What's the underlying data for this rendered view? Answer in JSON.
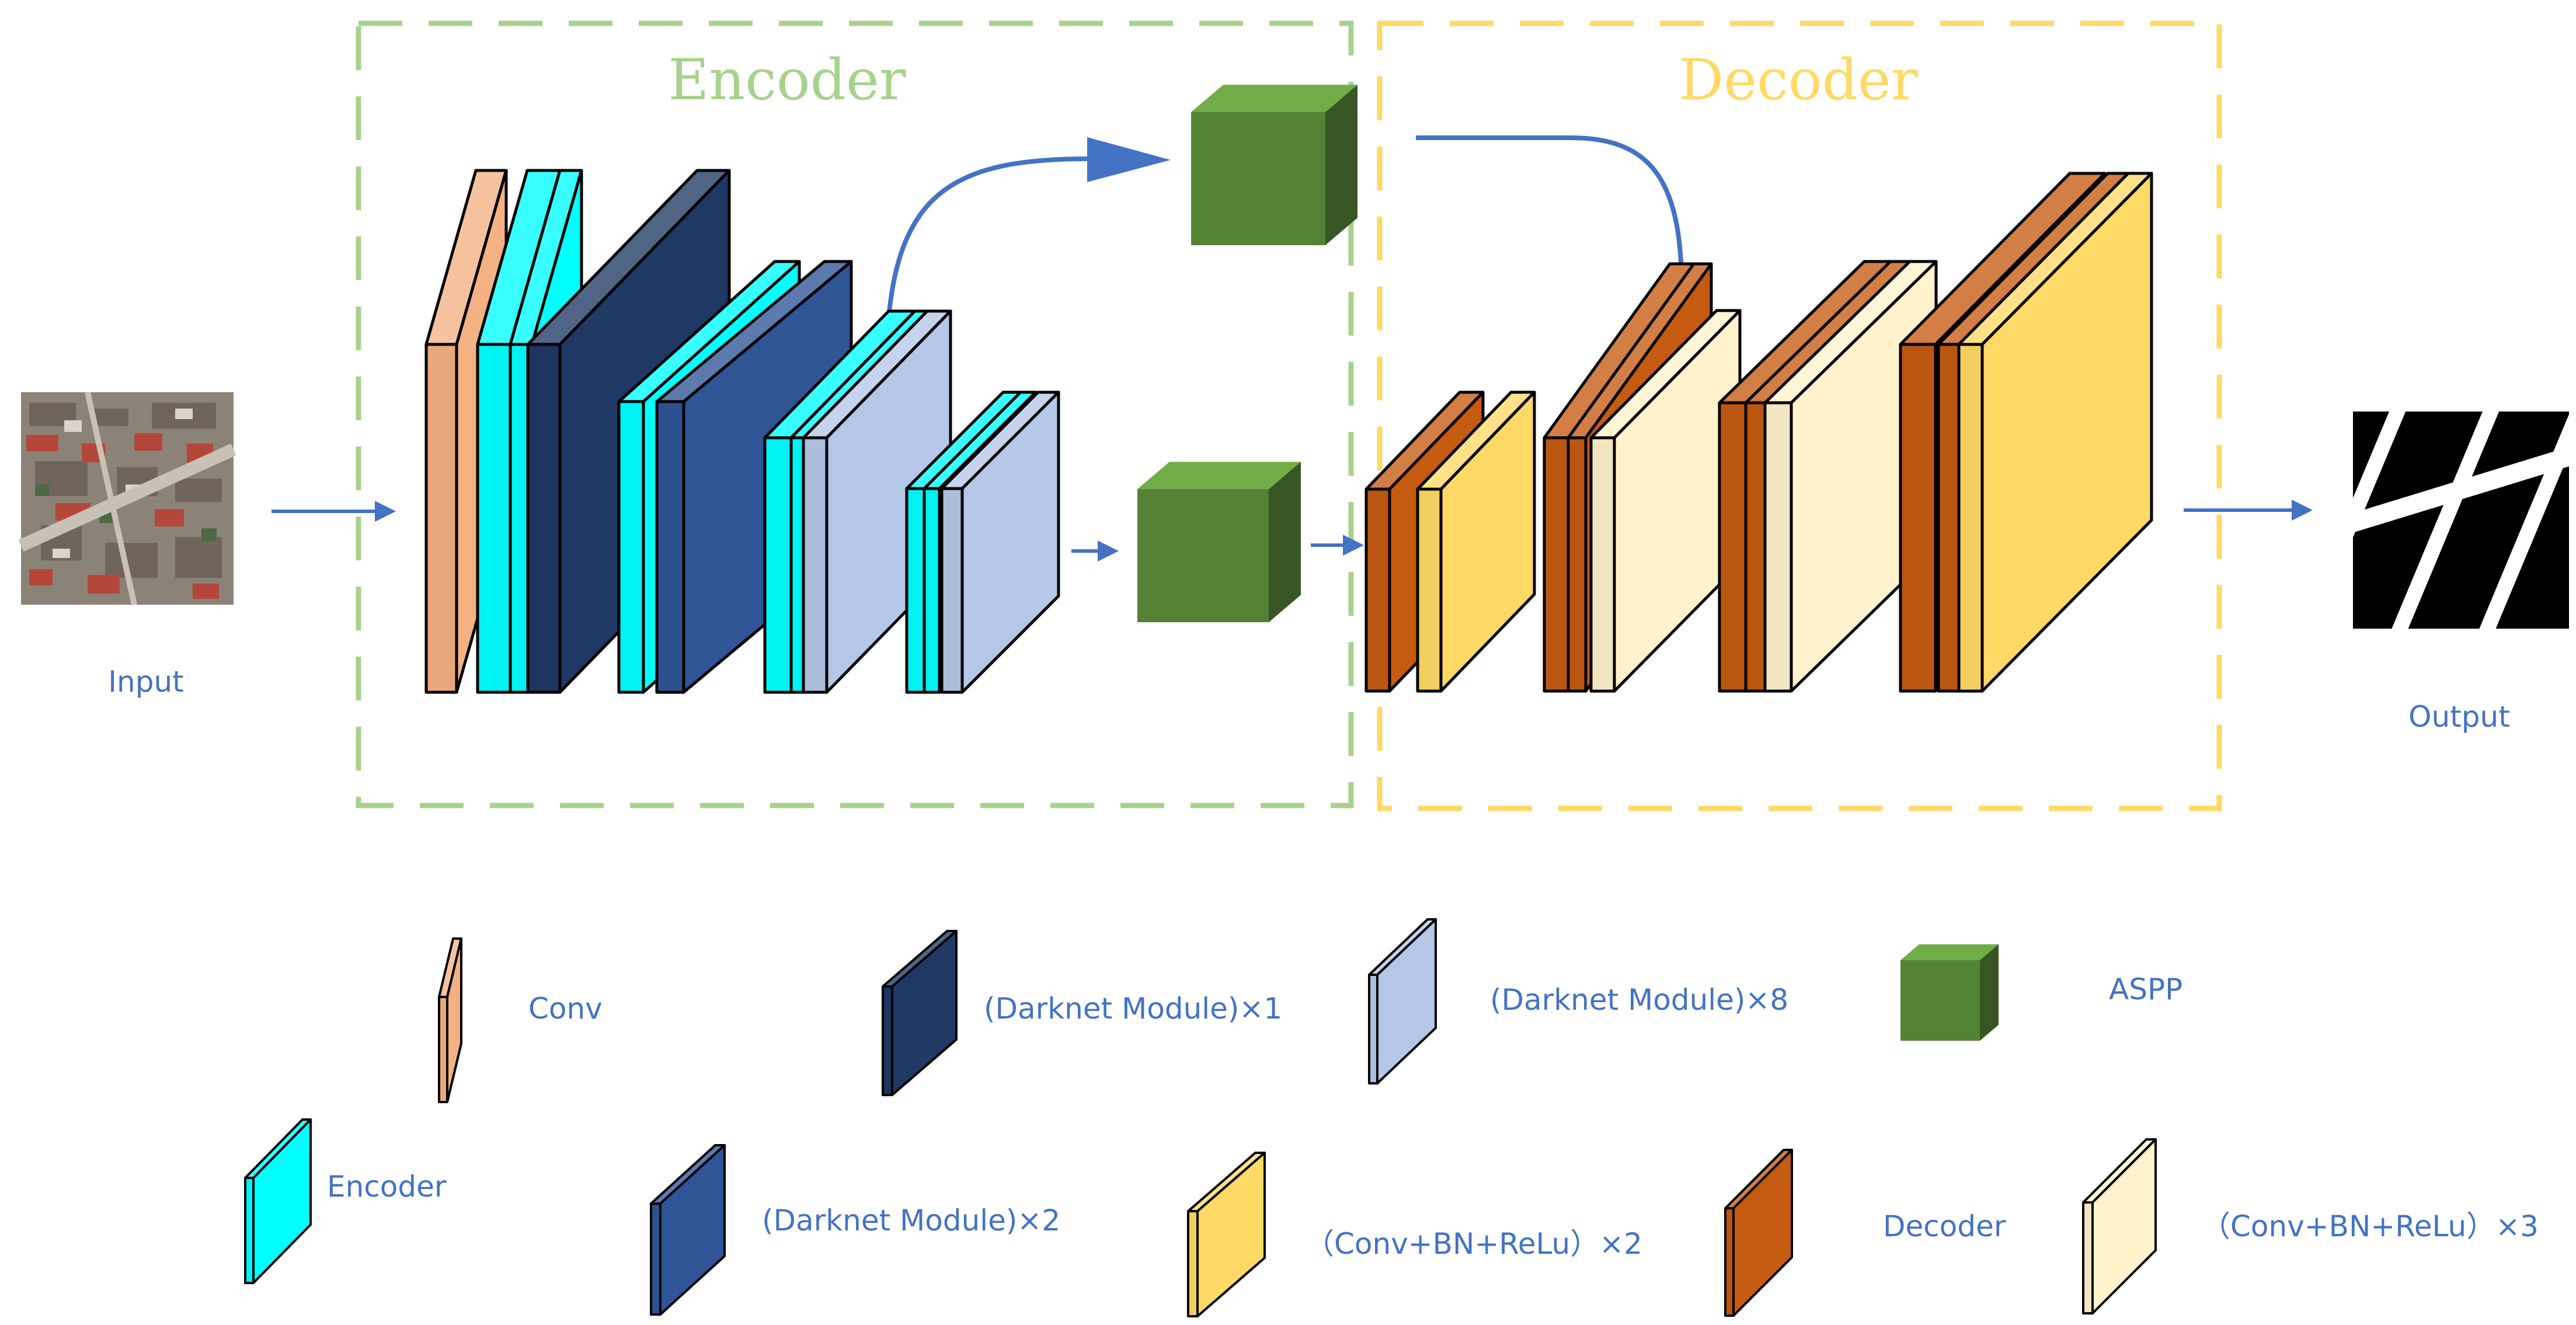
{
  "encoder": {
    "title": "Encoder",
    "color": "#A9D18E"
  },
  "decoder": {
    "title": "Decoder",
    "color": "#FFD966"
  },
  "input_label": "Input",
  "output_label": "Output",
  "colors": {
    "conv": "#F4B183",
    "encoder": "#00FFFF",
    "darknet1": "#1F3864",
    "darknet2": "#2F5597",
    "darknet8": "#B4C7E7",
    "aspp": "#548235",
    "aspp_top": "#70AD47",
    "aspp_side": "#375623",
    "convbn2": "#FFD966",
    "decoder_block": "#C55A11",
    "convbn3": "#FFF2CC",
    "arrow": "#4472C4"
  },
  "legend": {
    "conv": "Conv",
    "darknet1": "(Darknet Module)×1",
    "darknet8": "(Darknet Module)×8",
    "aspp": "ASPP",
    "encoder": "Encoder",
    "darknet2": "(Darknet Module)×2",
    "convbn2": "（Conv+BN+ReLu）×2",
    "decoder": "Decoder",
    "convbn3": "（Conv+BN+ReLu）×3"
  }
}
